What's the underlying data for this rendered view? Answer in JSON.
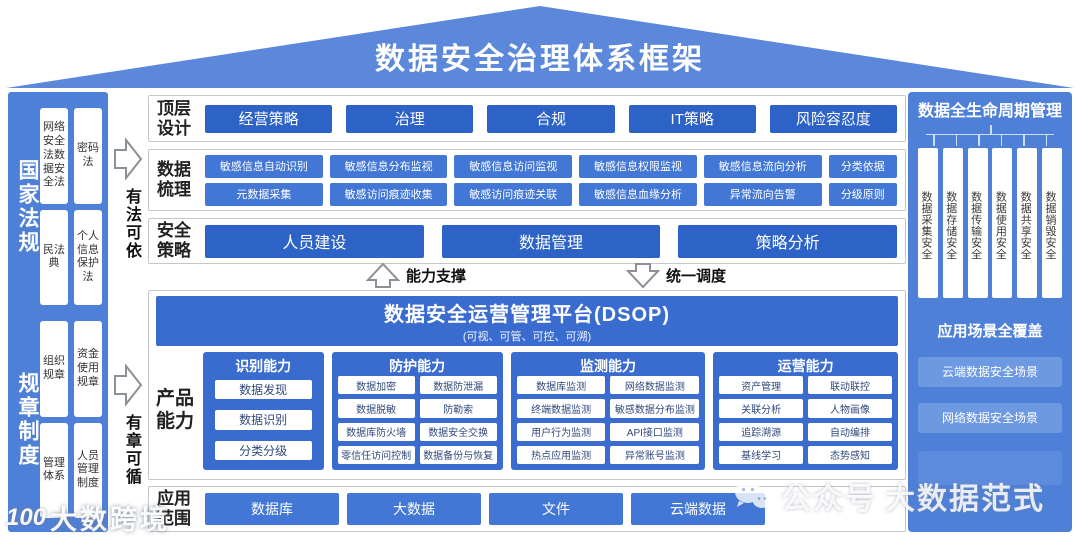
{
  "title": "数据安全治理体系框架",
  "left_panel": {
    "sections": [
      {
        "label": "国家法规",
        "boxes": [
          "网络安全法数据安全法",
          "密码法",
          "民法典",
          "个人信息保护法"
        ]
      },
      {
        "label": "规章制度",
        "boxes": [
          "组织规章",
          "资金使用规章",
          "管理体系",
          "人员管理制度"
        ]
      }
    ],
    "arrow_top_label": "有法可依",
    "arrow_bottom_label": "有章可循"
  },
  "rows": {
    "top_design": {
      "label": "顶层设计",
      "items": [
        "经营策略",
        "治理",
        "合规",
        "IT策略",
        "风险容忍度"
      ]
    },
    "data_combing": {
      "label": "数据梳理",
      "row1": [
        "敏感信息自动识别",
        "敏感信息分布监视",
        "敏感信息访问监视",
        "敏感信息权限监视",
        "敏感信息流向分析",
        "分类依据"
      ],
      "row2": [
        "元数据采集",
        "敏感访问痕迹收集",
        "敏感访问痕迹关联",
        "敏感信息血缘分析",
        "异常流向告警",
        "分级原则"
      ]
    },
    "security_policy": {
      "label": "安全策略",
      "items": [
        "人员建设",
        "数据管理",
        "策略分析"
      ]
    },
    "flow_up_label": "能力支撑",
    "flow_down_label": "统一调度",
    "platform": {
      "title": "数据安全运营管理平台(DSOP)",
      "subtitle": "(可视、可管、可控、可溯)"
    },
    "product_capability": {
      "label": "产品能力",
      "columns": [
        {
          "title": "识别能力",
          "items": [
            "数据发现",
            "数据识别",
            "分类分级"
          ]
        },
        {
          "title": "防护能力",
          "items": [
            "数据加密",
            "数据防泄漏",
            "数据脱敏",
            "防勒索",
            "数据库防火墙",
            "数据安全交换",
            "零信任访问控制",
            "数据备份与恢复"
          ]
        },
        {
          "title": "监测能力",
          "items": [
            "数据库监测",
            "网络数据监测",
            "终端数据监测",
            "敏感数据分布监测",
            "用户行为监测",
            "API接口监测",
            "热点应用监测",
            "异常账号监测"
          ]
        },
        {
          "title": "运营能力",
          "items": [
            "资产管理",
            "联动联控",
            "关联分析",
            "人物画像",
            "追踪溯源",
            "自动编排",
            "基线学习",
            "态势感知"
          ]
        }
      ]
    },
    "application_scope": {
      "label": "应用范围",
      "items": [
        "数据库",
        "大数据",
        "文件",
        "云端数据"
      ]
    }
  },
  "right_panel": {
    "lifecycle_title": "数据全生命周期管理",
    "lifecycle_items": [
      "数据采集安全",
      "数据存储安全",
      "数据传输安全",
      "数据使用安全",
      "数据共享安全",
      "数据销毁安全"
    ],
    "scenes_title": "应用场景全覆盖",
    "scenes": [
      "云端数据安全场景",
      "网络数据安全场景"
    ]
  },
  "watermarks": {
    "bottom_left_logo": "100",
    "bottom_left": "大数跨境",
    "bottom_right_prefix": "公众号",
    "bottom_right_name": "大数据范式"
  },
  "colors": {
    "roof_blue": "#5b88da",
    "panel_blue": "#4f80d8",
    "deep_button_blue": "#2d62c6",
    "medium_button_blue": "#4377d6",
    "platform_blue": "#3a6ccf",
    "scene_button_blue": "#6d99e2"
  }
}
